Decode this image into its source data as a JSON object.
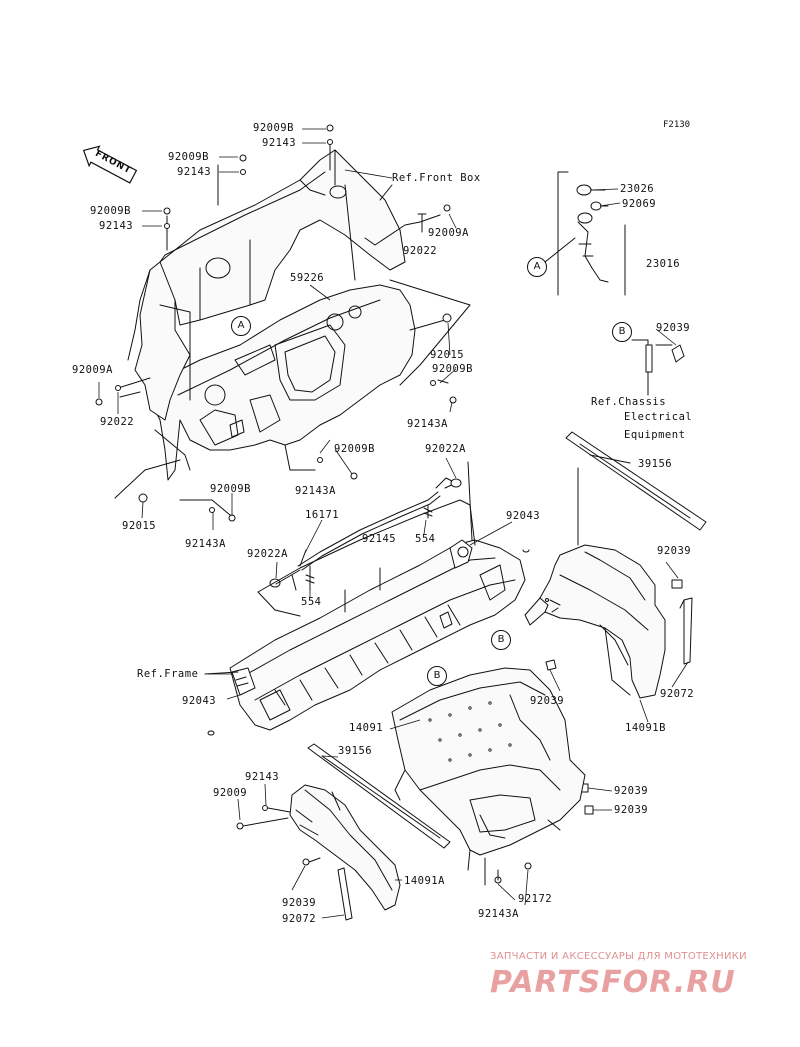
{
  "figure_code": "F2130",
  "front_label": "FRONT",
  "callouts": {
    "a": "A",
    "b": "B"
  },
  "labels": {
    "p92009B_top": "92009B",
    "p92143_top": "92143",
    "p92009B_2": "92009B",
    "p92143_2": "92143",
    "p92009B_3": "92009B",
    "p92143_3": "92143",
    "ref_front_box": "Ref.Front Box",
    "p92022_a": "92022",
    "p92009A_a": "92009A",
    "p23026": "23026",
    "p92069": "92069",
    "p23016": "23016",
    "p59226": "59226",
    "p92039_top": "92039",
    "p92015_r": "92015",
    "p92009B_r": "92009B",
    "p92009A_l": "92009A",
    "p92022_l": "92022",
    "p92143A_r": "92143A",
    "ref_chassis_1": "Ref.Chassis",
    "ref_chassis_2": "Electrical",
    "ref_chassis_3": "Equipment",
    "p92009B_m": "92009B",
    "p92022A_top": "92022A",
    "p39156_top": "39156",
    "p92143A_m": "92143A",
    "p92009B_l": "92009B",
    "p92015_l": "92015",
    "p92143A_l": "92143A",
    "p16171": "16171",
    "p92145": "92145",
    "p554_a": "554",
    "p92043_top": "92043",
    "p92022A_l": "92022A",
    "p92039_r": "92039",
    "p554_b": "554",
    "ref_frame": "Ref.Frame",
    "p92043_l": "92043",
    "p92039_m": "92039",
    "p92072_r": "92072",
    "p14091": "14091",
    "p14091B": "14091B",
    "p39156_b": "39156",
    "p92143_b": "92143",
    "p92009_b": "92009",
    "p92039_b1": "92039",
    "p92039_b2": "92039",
    "p92039_bl": "92039",
    "p92072_bl": "92072",
    "p14091A": "14091A",
    "p92172": "92172",
    "p92143A_b": "92143A"
  },
  "watermark": {
    "tagline": "ЗАПЧАСТИ И АКСЕССУАРЫ ДЛЯ МОТОТЕХНИКИ",
    "logo": "PARTSFOR.RU"
  }
}
